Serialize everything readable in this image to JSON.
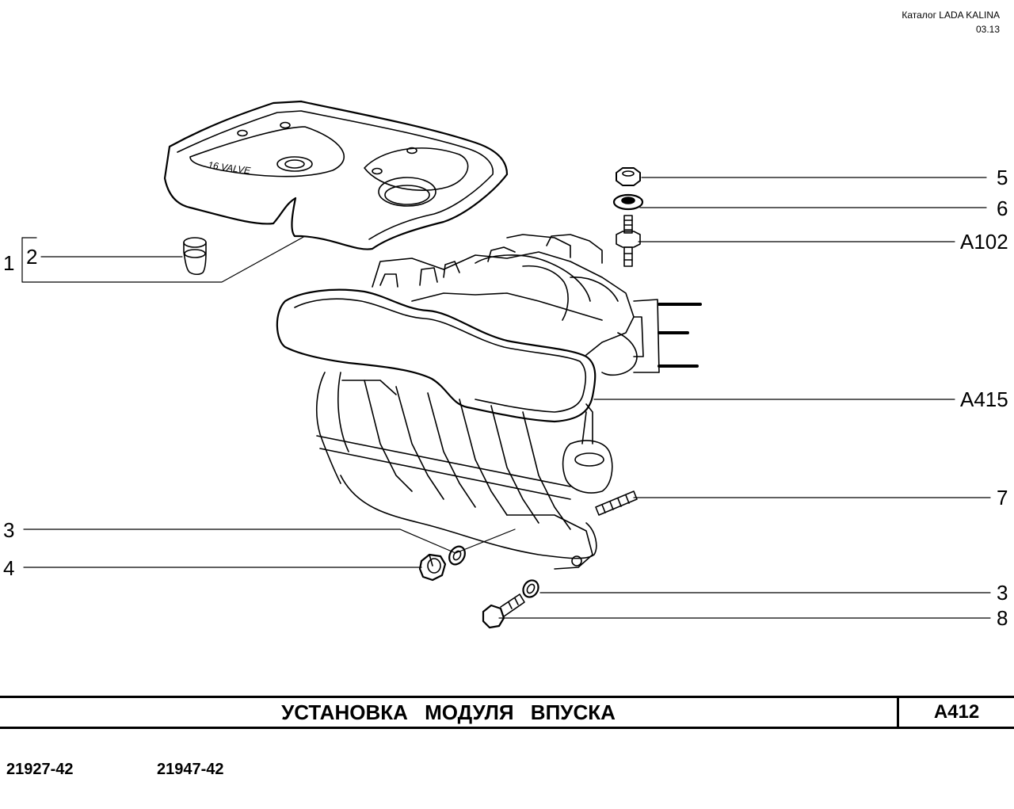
{
  "header": {
    "catalog": "Каталог LADA KALINA",
    "date": "03.13"
  },
  "callouts": {
    "left_1": "1",
    "left_2": "2",
    "left_3": "3",
    "left_4": "4",
    "right_5": "5",
    "right_6": "6",
    "right_a102": "A102",
    "right_a415": "A415",
    "right_7": "7",
    "right_3": "3",
    "right_8": "8"
  },
  "cover_logo_text": "16 VALVE",
  "title": {
    "text": "УСТАНОВКА   МОДУЛЯ   ВПУСКА",
    "code": "A412"
  },
  "models": [
    "21927-42",
    "21947-42"
  ]
}
